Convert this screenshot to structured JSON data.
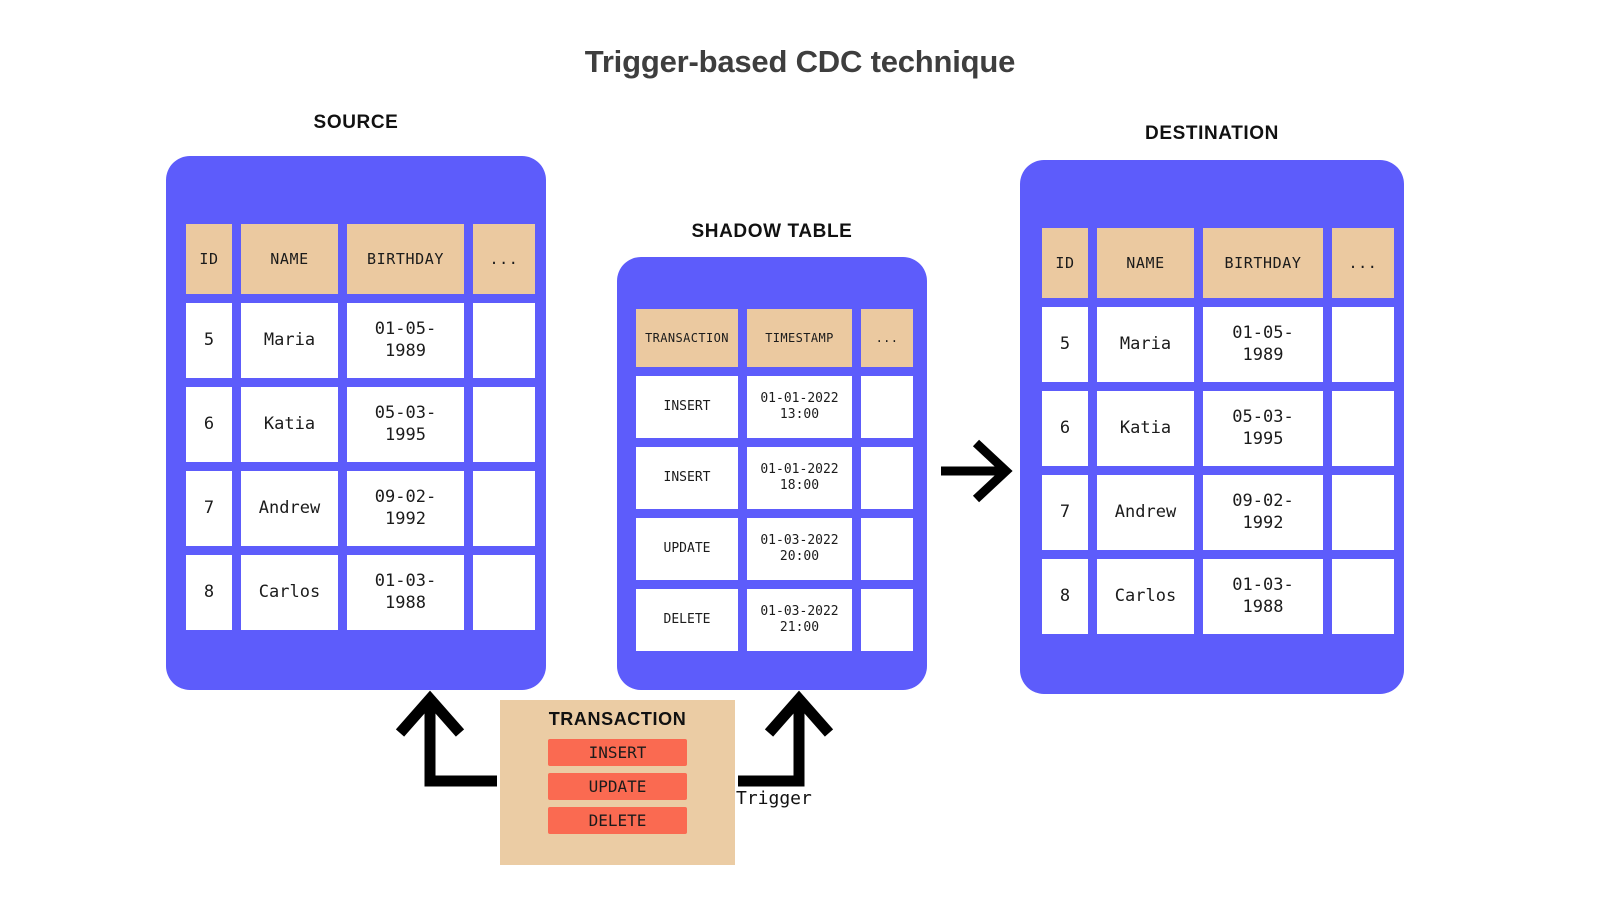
{
  "title": "Trigger-based CDC technique",
  "colors": {
    "panel_blue": "#5D5CFB",
    "header_tan": "#EBC9A0",
    "box_tan": "#EBCCA4",
    "action_red": "#FA6A51",
    "title_gray": "#3E3E3E",
    "cell_white": "#FFFFFF",
    "text_black": "#111111",
    "background": "#FFFFFF"
  },
  "source": {
    "caption": "SOURCE",
    "columns": [
      "ID",
      "NAME",
      "BIRTHDAY",
      "..."
    ],
    "rows": [
      [
        "5",
        "Maria",
        "01-05-\n1989",
        ""
      ],
      [
        "6",
        "Katia",
        "05-03-\n1995",
        ""
      ],
      [
        "7",
        "Andrew",
        "09-02-\n1992",
        ""
      ],
      [
        "8",
        "Carlos",
        "01-03-\n1988",
        ""
      ]
    ]
  },
  "shadow": {
    "caption": "SHADOW TABLE",
    "columns": [
      "TRANSACTION",
      "TIMESTAMP",
      "..."
    ],
    "rows": [
      [
        "INSERT",
        "01-01-2022\n13:00",
        ""
      ],
      [
        "INSERT",
        "01-01-2022\n18:00",
        ""
      ],
      [
        "UPDATE",
        "01-03-2022\n20:00",
        ""
      ],
      [
        "DELETE",
        "01-03-2022\n21:00",
        ""
      ]
    ]
  },
  "destination": {
    "caption": "DESTINATION",
    "columns": [
      "ID",
      "NAME",
      "BIRTHDAY",
      "..."
    ],
    "rows": [
      [
        "5",
        "Maria",
        "01-05-\n1989",
        ""
      ],
      [
        "6",
        "Katia",
        "05-03-\n1995",
        ""
      ],
      [
        "7",
        "Andrew",
        "09-02-\n1992",
        ""
      ],
      [
        "8",
        "Carlos",
        "01-03-\n1988",
        ""
      ]
    ]
  },
  "transaction": {
    "title": "TRANSACTION",
    "actions": [
      "INSERT",
      "UPDATE",
      "DELETE"
    ]
  },
  "annotations": {
    "trigger_label": "Trigger"
  },
  "arrows": [
    {
      "name": "shadow-to-destination-arrow",
      "kind": "straight-right"
    },
    {
      "name": "transaction-to-source-arrow",
      "kind": "elbow-up-left"
    },
    {
      "name": "transaction-to-shadow-arrow",
      "kind": "elbow-up-right"
    }
  ]
}
